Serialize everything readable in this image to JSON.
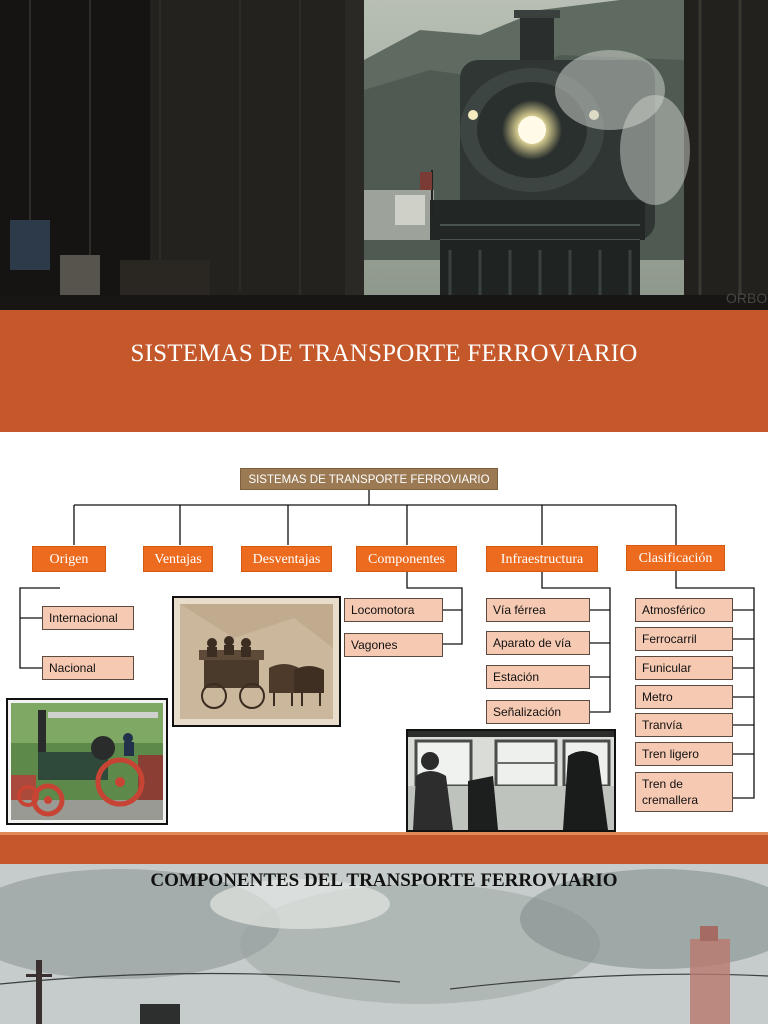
{
  "hero": {
    "watermark": "ORBO"
  },
  "band": {
    "title": "SISTEMAS DE TRANSPORTE FERROVIARIO"
  },
  "diagram": {
    "root": "SISTEMAS DE TRANSPORTE FERROVIARIO",
    "categories": [
      "Origen",
      "Ventajas",
      "Desventajas",
      "Componentes",
      "Infraestructura",
      "Clasificación"
    ],
    "origen_items": [
      "Internacional",
      "Nacional"
    ],
    "componentes_items": [
      "Locomotora",
      "Vagones"
    ],
    "infraestructura_items": [
      "Vía férrea",
      "Aparato de vía",
      "Estación",
      "Señalización"
    ],
    "clasificacion_items": [
      "Atmosférico",
      "Ferrocarril",
      "Funicular",
      "Metro",
      "Tranvía",
      "Tren ligero",
      "Tren de cremallera"
    ]
  },
  "bottom": {
    "title": "COMPONENTES DEL TRANSPORTE FERROVIARIO"
  },
  "colors": {
    "band": "#c4582b",
    "category": "#ec6b1f",
    "item": "#f6c9b3",
    "root": "#9b7a53"
  }
}
